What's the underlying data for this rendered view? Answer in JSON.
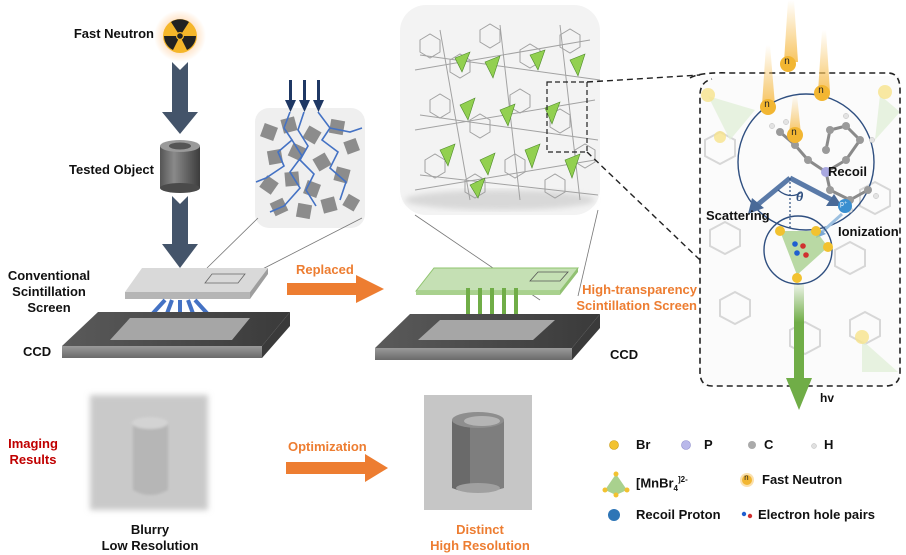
{
  "colors": {
    "accent_orange": "#ed7d31",
    "imaging_red": "#c00000",
    "neutron_arrow": "#44546a",
    "blue_arrow": "#4472c4",
    "green_arrow": "#70ad47",
    "bromine_yellow": "#f2c230",
    "phosphorus_lavender": "#a9a8e0",
    "carbon_gray": "#999999"
  },
  "left_column": {
    "source_label": "Fast Neutron",
    "source_icon": "radiation-icon",
    "object_label": "Tested Object",
    "conventional_screen_label": [
      "Conventional",
      "Scintillation",
      "Screen"
    ],
    "ccd_label": "CCD",
    "imaging_results_label": [
      "Imaging",
      "Results"
    ],
    "blurry_caption": [
      "Blurry",
      "Low Resolution"
    ]
  },
  "middle": {
    "replaced_label": "Replaced",
    "optimization_label": "Optimization",
    "high_transparency_label": [
      "High-transparency",
      "Scintillation Screen"
    ],
    "ccd_label": "CCD",
    "distinct_caption": [
      "Distinct",
      "High Resolution"
    ]
  },
  "mechanism": {
    "neutron_symbol": "n",
    "recoil_label": "Recoil",
    "scattering_label": "Scattering",
    "ionization_label": "Ionization",
    "angle_symbol": "θ",
    "proton_symbol": "p⁺",
    "emission_label": "hv"
  },
  "legend": {
    "atoms": [
      {
        "symbol": "Br",
        "icon": "bromine-atom-icon",
        "color": "#f2c230"
      },
      {
        "symbol": "P",
        "icon": "phosphorus-atom-icon",
        "color": "#a9a8e0"
      },
      {
        "symbol": "C",
        "icon": "carbon-atom-icon",
        "color": "#999999"
      },
      {
        "symbol": "H",
        "icon": "hydrogen-atom-icon",
        "color": "#e6e6e6"
      }
    ],
    "mnbr4_label": "[MnBr",
    "mnbr4_sub": "4",
    "mnbr4_sup": "]2-",
    "fast_neutron_label": "Fast Neutron",
    "recoil_proton_label": "Recoil Proton",
    "electron_hole_label": "Electron hole pairs"
  }
}
